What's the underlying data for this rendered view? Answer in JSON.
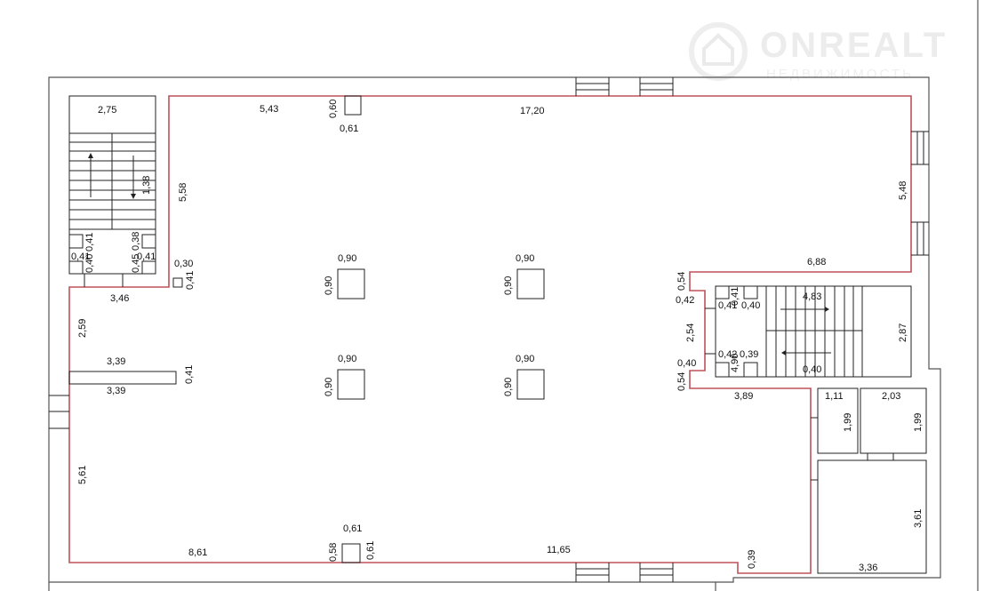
{
  "watermark": {
    "brand": "ONREALT",
    "subtitle": "НЕДВИЖИМОСТЬ"
  },
  "colors": {
    "outline": "#c0505a",
    "walls": "#555555"
  },
  "labels": [
    "2,75",
    "5,43",
    "0,60",
    "0,61",
    "17,20",
    "5,58",
    "1,38",
    "5,48",
    "0,41",
    "0,38",
    "0,41",
    "0,41",
    "0,40",
    "0,45",
    "0,30",
    "0,41",
    "3,46",
    "0,90",
    "0,90",
    "0,90",
    "0,90",
    "6,88",
    "0,54",
    "0,41",
    "4,83",
    "0,42",
    "0,41",
    "0,40",
    "2,54",
    "2,87",
    "0,40",
    "0,42",
    "0,39",
    "4,90",
    "0,40",
    "0,54",
    "2,59",
    "3,39",
    "0,41",
    "3,39",
    "0,90",
    "0,90",
    "0,90",
    "0,90",
    "3,89",
    "1,11",
    "2,03",
    "1,99",
    "1,99",
    "5,61",
    "3,61",
    "0,61",
    "8,61",
    "0,58",
    "0,61",
    "11,65",
    "0,39",
    "3,36"
  ]
}
